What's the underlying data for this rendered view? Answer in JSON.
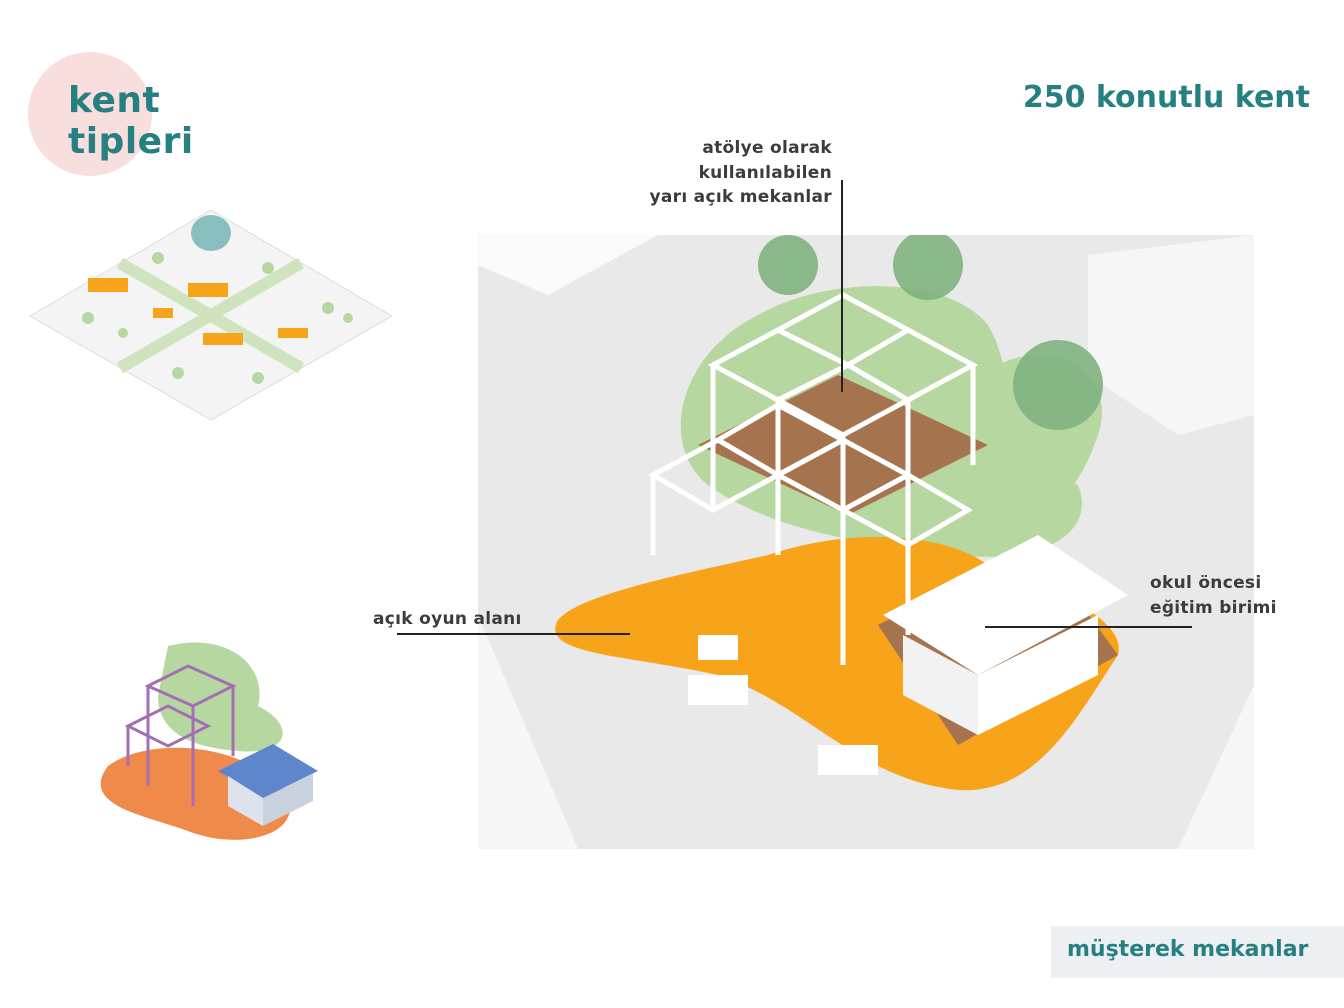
{
  "title": {
    "line1": "kent",
    "line2": "tipleri"
  },
  "heading": "250 konutlu kent",
  "annotations": {
    "workshop": {
      "line1": "atölye olarak",
      "line2": "kullanılabilen",
      "line3": "yarı açık mekanlar"
    },
    "playground": "açık oyun alanı",
    "preschool": {
      "line1": "okul öncesi",
      "line2": "eğitim birimi"
    }
  },
  "footer": "müşterek mekanlar",
  "colors": {
    "accent": "#267f80",
    "orange": "#f7a41a",
    "green": "#b6d8a0",
    "deck": "#a5744f",
    "pink": "#f9dede"
  }
}
